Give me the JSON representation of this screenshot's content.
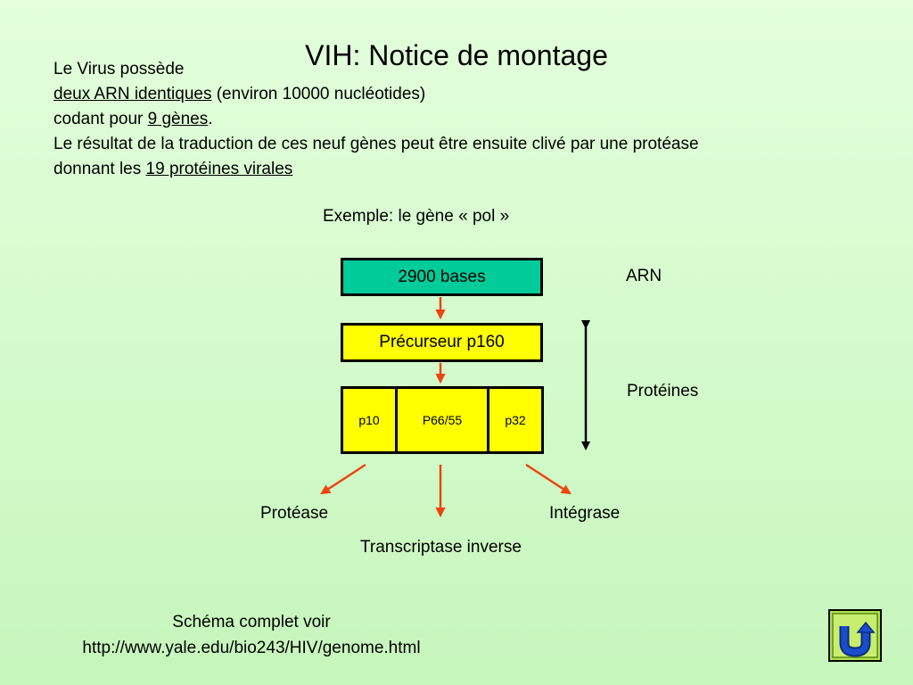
{
  "slide": {
    "title": "VIH: Notice de montage",
    "intro": {
      "line1": "Le Virus possède",
      "line2_link": "deux ARN identiques",
      "line2_rest": " (environ 10000 nucléotides)",
      "line3_pre": "codant pour ",
      "line3_link": "9 gènes",
      "line3_post": ".",
      "line4": "Le résultat de la traduction de ces neuf gènes peut être ensuite clivé par une protéase",
      "line5_pre": "donnant les ",
      "line5_link": "19 protéines virales"
    },
    "example": "Exemple: le gène « pol »"
  },
  "diagram": {
    "arn_box": "2900 bases",
    "precursor_box": "Précurseur p160",
    "segments": [
      "p10",
      "P66/55",
      "p32"
    ],
    "label_arn": "ARN",
    "label_proteins": "Protéines",
    "product_protease": "Protéase",
    "product_rt": "Transcriptase inverse",
    "product_integrase": "Intégrase"
  },
  "colors": {
    "arn_box": "#00cc99",
    "protein_box": "#ffff00",
    "arrow": "#ee4411",
    "background_top": "#e3ffdc",
    "background_bottom": "#c6f6bc",
    "nav_button": "#aee04a",
    "nav_icon": "#1a4dcc"
  },
  "footer": {
    "line1": "Schéma complet voir",
    "line2": "http://www.yale.edu/bio243/HIV/genome.html"
  },
  "nav": {
    "icon": "return-u-turn-icon"
  }
}
